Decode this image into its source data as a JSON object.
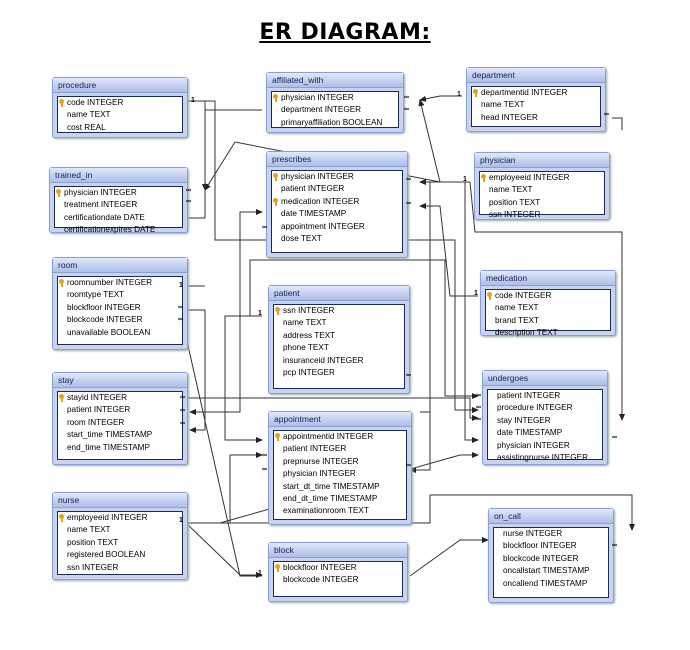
{
  "title": "ER DIAGRAM:",
  "entities": {
    "procedure": {
      "name": "procedure",
      "attrs": [
        {
          "text": "code  INTEGER",
          "key": true
        },
        {
          "text": "name  TEXT",
          "key": false
        },
        {
          "text": "cost  REAL",
          "key": false
        }
      ]
    },
    "trained_in": {
      "name": "trained_in",
      "attrs": [
        {
          "text": "physician  INTEGER",
          "key": true
        },
        {
          "text": "treatment  INTEGER",
          "key": false
        },
        {
          "text": "certificationdate  DATE",
          "key": false
        },
        {
          "text": "certificationexpires  DATE",
          "key": false
        }
      ]
    },
    "room": {
      "name": "room",
      "attrs": [
        {
          "text": "roomnumber  INTEGER",
          "key": true
        },
        {
          "text": "roomtype  TEXT",
          "key": false
        },
        {
          "text": "blockfloor   INTEGER",
          "key": false
        },
        {
          "text": "blockcode   INTEGER",
          "key": false
        },
        {
          "text": "unavailable  BOOLEAN",
          "key": false
        }
      ]
    },
    "stay": {
      "name": "stay",
      "attrs": [
        {
          "text": "stayid   INTEGER",
          "key": true
        },
        {
          "text": "patient   INTEGER",
          "key": false
        },
        {
          "text": "room    INTEGER",
          "key": false
        },
        {
          "text": "start_time   TIMESTAMP",
          "key": false
        },
        {
          "text": "end_time   TIMESTAMP",
          "key": false
        }
      ]
    },
    "nurse": {
      "name": "nurse",
      "attrs": [
        {
          "text": "employeeid  INTEGER",
          "key": true
        },
        {
          "text": "name  TEXT",
          "key": false
        },
        {
          "text": "position  TEXT",
          "key": false
        },
        {
          "text": "registered  BOOLEAN",
          "key": false
        },
        {
          "text": "ssn  INTEGER",
          "key": false
        }
      ]
    },
    "affiliated_with": {
      "name": "affiliated_with",
      "attrs": [
        {
          "text": "physician  INTEGER",
          "key": true
        },
        {
          "text": "department  INTEGER",
          "key": false
        },
        {
          "text": "primaryaffiliation  BOOLEAN",
          "key": false
        }
      ]
    },
    "prescribes": {
      "name": "prescribes",
      "attrs": [
        {
          "text": "physician  INTEGER",
          "key": true
        },
        {
          "text": "patient  INTEGER",
          "key": false
        },
        {
          "text": "medication  INTEGER",
          "key": true
        },
        {
          "text": "date  TIMESTAMP",
          "key": false
        },
        {
          "text": "appointment  INTEGER",
          "key": false
        },
        {
          "text": "dose  TEXT",
          "key": false
        }
      ]
    },
    "patient": {
      "name": "patient",
      "attrs": [
        {
          "text": "ssn  INTEGER",
          "key": true
        },
        {
          "text": "name  TEXT",
          "key": false
        },
        {
          "text": "address  TEXT",
          "key": false
        },
        {
          "text": "phone  TEXT",
          "key": false
        },
        {
          "text": "insuranceid  INTEGER",
          "key": false
        },
        {
          "text": "pcp  INTEGER",
          "key": false
        }
      ]
    },
    "appointment": {
      "name": "appointment",
      "attrs": [
        {
          "text": "appointmentid   INTEGER",
          "key": true
        },
        {
          "text": "patient  INTEGER",
          "key": false
        },
        {
          "text": "prepnurse  INTEGER",
          "key": false
        },
        {
          "text": "physician  INTEGER",
          "key": false
        },
        {
          "text": "start_dt_time  TIMESTAMP",
          "key": false
        },
        {
          "text": "end_dt_time  TIMESTAMP",
          "key": false
        },
        {
          "text": "examinationroom  TEXT",
          "key": false
        }
      ]
    },
    "block": {
      "name": "block",
      "attrs": [
        {
          "text": "blockfloor  INTEGER",
          "key": true
        },
        {
          "text": "blockcode  INTEGER",
          "key": false
        }
      ]
    },
    "department": {
      "name": "department",
      "attrs": [
        {
          "text": "departmentid  INTEGER",
          "key": true
        },
        {
          "text": "name  TEXT",
          "key": false
        },
        {
          "text": "head  INTEGER",
          "key": false
        }
      ]
    },
    "physician": {
      "name": "physician",
      "attrs": [
        {
          "text": "employeeid  INTEGER",
          "key": true
        },
        {
          "text": "name  TEXT",
          "key": false
        },
        {
          "text": "position  TEXT",
          "key": false
        },
        {
          "text": "ssn  INTEGER",
          "key": false
        }
      ]
    },
    "medication": {
      "name": "medication",
      "attrs": [
        {
          "text": "code  INTEGER",
          "key": true
        },
        {
          "text": "name  TEXT",
          "key": false
        },
        {
          "text": "brand  TEXT",
          "key": false
        },
        {
          "text": "description  TEXT",
          "key": false
        }
      ]
    },
    "undergoes": {
      "name": "undergoes",
      "attrs": [
        {
          "text": "patient  INTEGER",
          "key": false
        },
        {
          "text": "procedure  INTEGER",
          "key": false
        },
        {
          "text": "stay   INTEGER",
          "key": false
        },
        {
          "text": "date    TIMESTAMP",
          "key": false
        },
        {
          "text": "physician   INTEGER",
          "key": false
        },
        {
          "text": "assistingnurse  INTEGER",
          "key": false
        }
      ]
    },
    "on_call": {
      "name": "on_call",
      "attrs": [
        {
          "text": "nurse   INTEGER",
          "key": false
        },
        {
          "text": "blockfloor  INTEGER",
          "key": false
        },
        {
          "text": "blockcode   INTEGER",
          "key": false
        },
        {
          "text": "oncallstart   TIMESTAMP",
          "key": false
        },
        {
          "text": "oncallend  TIMESTAMP",
          "key": false
        }
      ]
    }
  },
  "cardinality": {
    "one": "1",
    "many": "∞"
  }
}
